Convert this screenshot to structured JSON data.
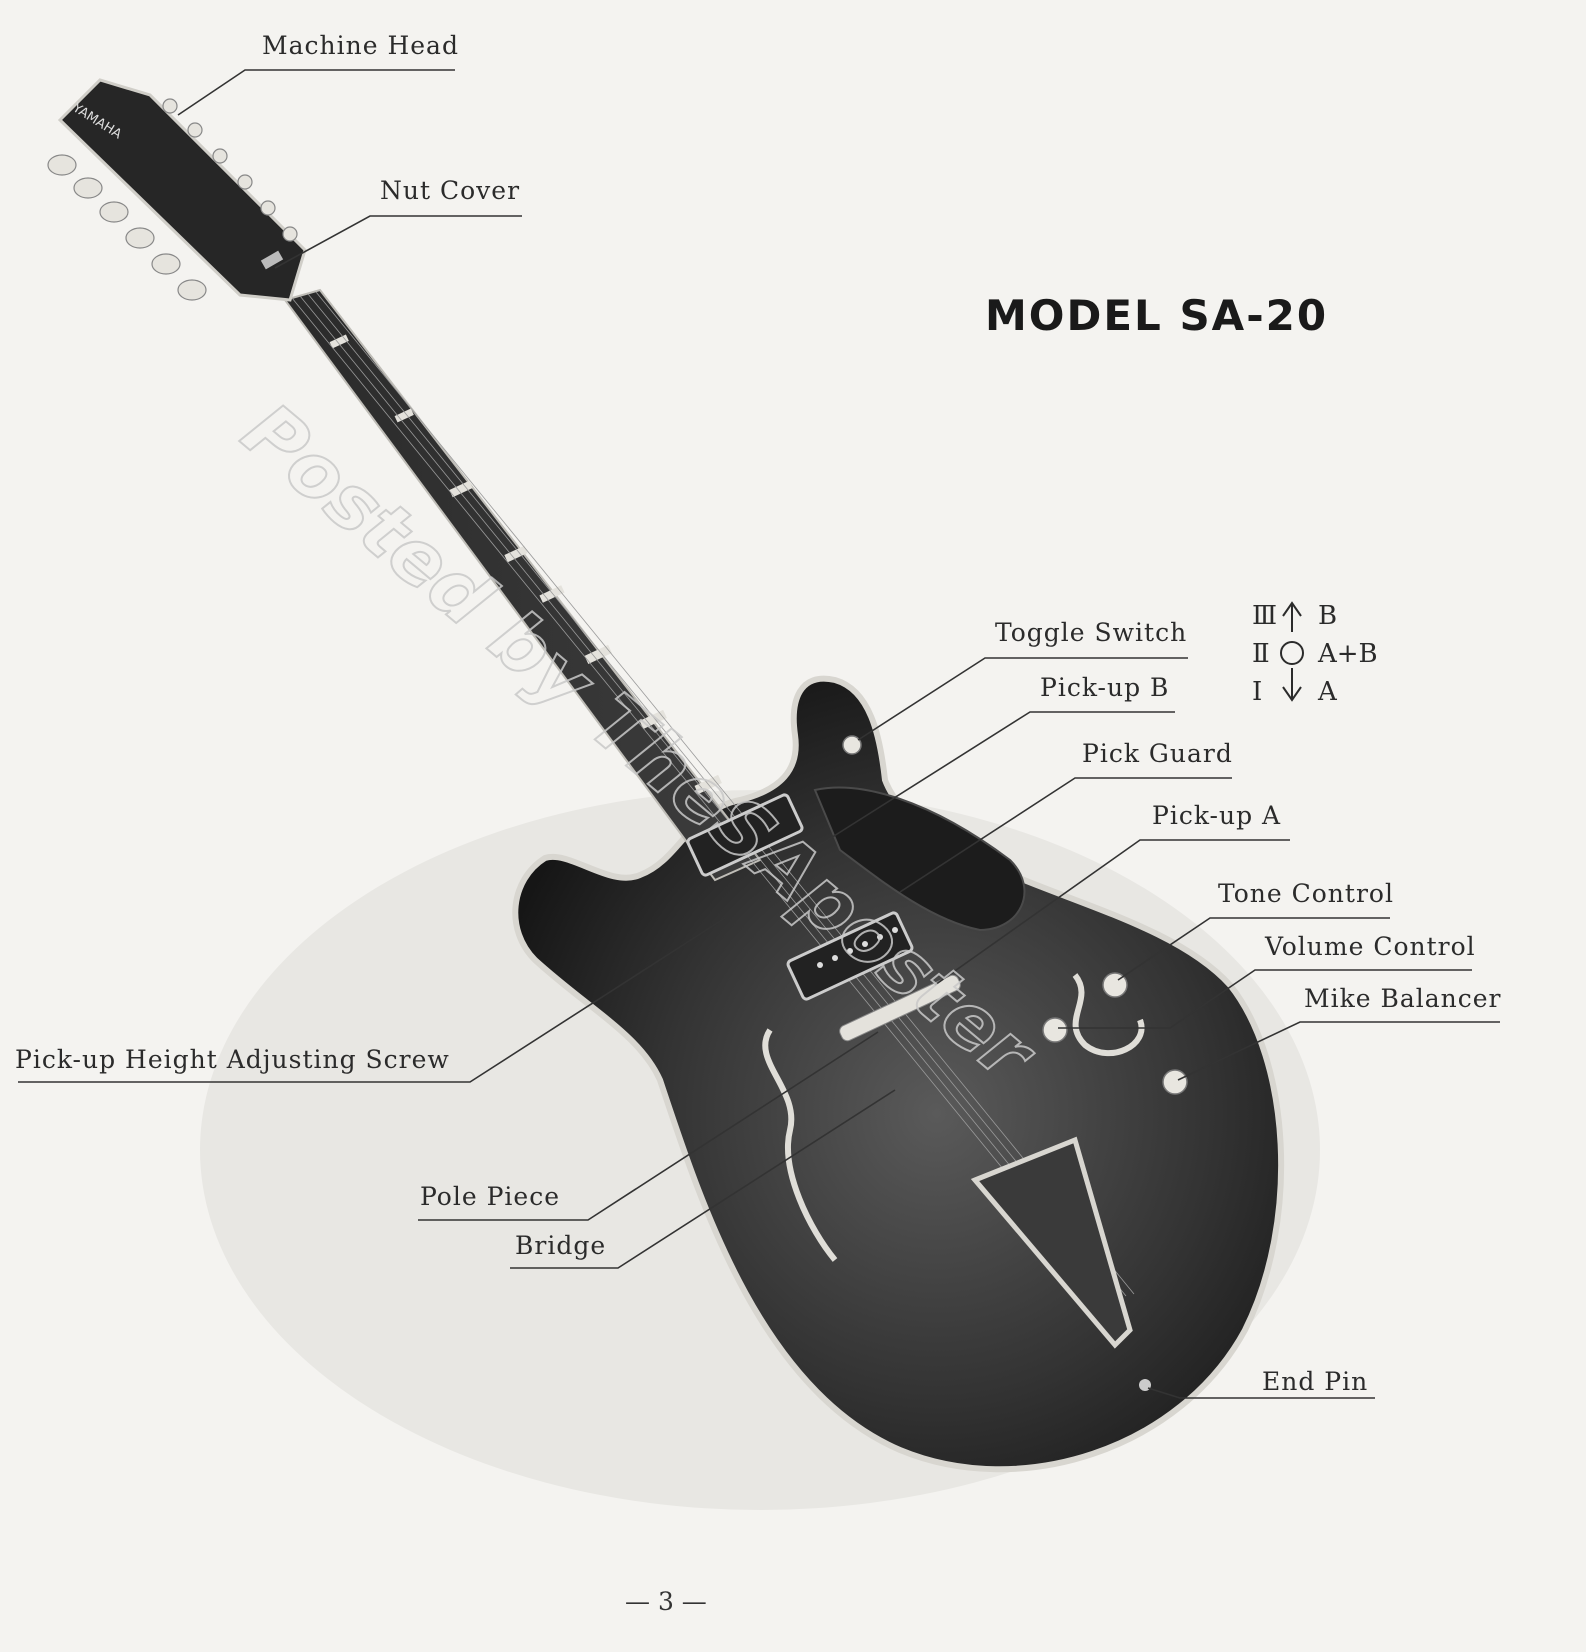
{
  "title": "MODEL SA-20",
  "headstock_logo": "YAMAHA",
  "watermark": "Posted by TheSAposter",
  "page_number": "— 3 —",
  "labels": {
    "machine_head": "Machine Head",
    "nut_cover": "Nut Cover",
    "toggle_switch": "Toggle Switch",
    "pickup_b": "Pick-up B",
    "pick_guard": "Pick Guard",
    "pickup_a": "Pick-up A",
    "tone_control": "Tone Control",
    "volume_control": "Volume Control",
    "mike_balancer": "Mike Balancer",
    "pickup_height_screw": "Pick-up Height Adjusting Screw",
    "pole_piece": "Pole Piece",
    "bridge": "Bridge",
    "end_pin": "End Pin"
  },
  "switch_positions": [
    {
      "numeral": "Ⅲ",
      "arrow": "up",
      "setting": "B"
    },
    {
      "numeral": "Ⅱ",
      "arrow": "circle",
      "setting": "A+B"
    },
    {
      "numeral": "Ⅰ",
      "arrow": "down",
      "setting": "A"
    }
  ],
  "colors": {
    "paper": "#f4f3f0",
    "body_dark": "#2e2e2e",
    "binding": "#d8d6d0",
    "ink": "#2b2b2b"
  }
}
